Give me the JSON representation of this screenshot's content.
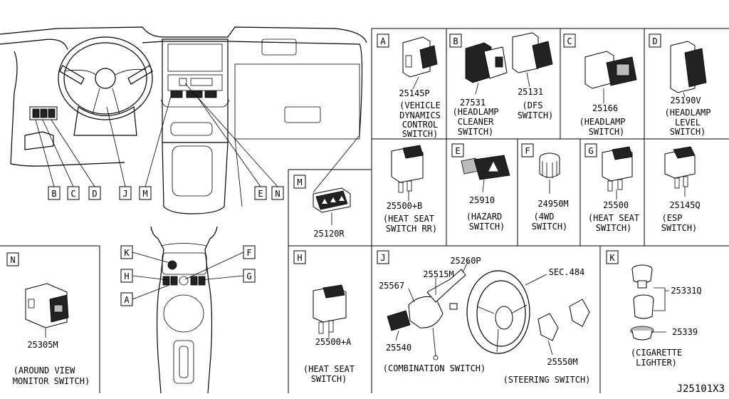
{
  "overview": {
    "callouts_top": [
      "B",
      "C",
      "D",
      "J",
      "M",
      "E",
      "N"
    ],
    "callouts_console": [
      "K",
      "F",
      "H",
      "G",
      "A"
    ]
  },
  "panels": {
    "A": {
      "letter": "A",
      "part": "25145P",
      "desc": [
        "(VEHICLE",
        "DYNAMICS",
        "CONTROL",
        "SWITCH)"
      ]
    },
    "B": {
      "letter": "B",
      "part1": "27531",
      "desc1": [
        "(HEADLAMP",
        "CLEANER",
        "SWITCH)"
      ],
      "part2": "25131",
      "desc2": [
        "(DFS",
        "SWITCH)"
      ]
    },
    "C": {
      "letter": "C",
      "part": "25166",
      "desc": [
        "(HEADLAMP",
        "SWITCH)"
      ]
    },
    "D": {
      "letter": "D",
      "part": "25190V",
      "desc": [
        "(HEADLAMP",
        "LEVEL",
        "SWITCH)"
      ]
    },
    "HSRR": {
      "part": "25500+B",
      "desc": [
        "(HEAT SEAT",
        "SWITCH RR)"
      ]
    },
    "E": {
      "letter": "E",
      "part": "25910",
      "desc": [
        "(HAZARD",
        "SWITCH)"
      ]
    },
    "F": {
      "letter": "F",
      "part": "24950M",
      "desc": [
        "(4WD",
        "SWITCH)"
      ]
    },
    "G": {
      "letter": "G",
      "part": "25500",
      "desc": [
        "(HEAT SEAT",
        "SWITCH)"
      ]
    },
    "ESP": {
      "part": "25145Q",
      "desc": [
        "(ESP",
        "SWITCH)"
      ]
    },
    "M": {
      "letter": "M",
      "part": "25120R"
    },
    "N": {
      "letter": "N",
      "part": "25305M",
      "desc": [
        "(AROUND VIEW",
        "MONITOR SWITCH)"
      ]
    },
    "H": {
      "letter": "H",
      "part": "25500+A",
      "desc": [
        "(HEAT SEAT",
        "SWITCH)"
      ]
    },
    "J": {
      "letter": "J",
      "parts": [
        "25260P",
        "25515M",
        "25567",
        "25540",
        "25550M"
      ],
      "sec": "SEC.484",
      "desc1": "(COMBINATION SWITCH)",
      "desc2": "(STEERING SWITCH)"
    },
    "K": {
      "letter": "K",
      "parts": [
        "25331Q",
        "25339"
      ],
      "desc": [
        "(CIGARETTE",
        "LIGHTER)"
      ]
    }
  },
  "footer": {
    "drawing_id": "J25101X3"
  }
}
